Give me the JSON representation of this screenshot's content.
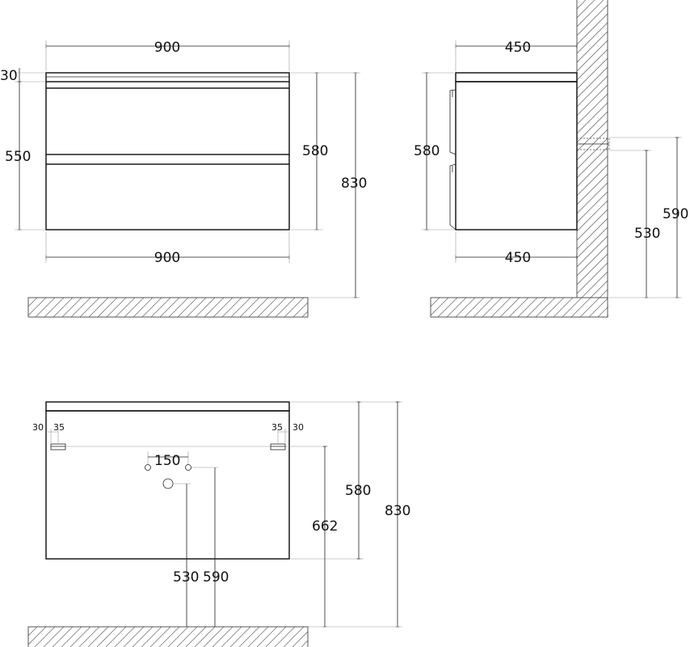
{
  "front_view": {
    "width_top": "900",
    "top_thickness": "30",
    "body_height": "550",
    "total_height": "580",
    "floor_height": "830",
    "width_bottom": "900"
  },
  "side_view": {
    "depth_top": "450",
    "height": "580",
    "depth_bottom": "450",
    "pipe_upper": "590",
    "pipe_lower": "530"
  },
  "rear_view": {
    "left_edge_offset": "30",
    "left_mount_offset": "35",
    "right_mount_offset": "35",
    "right_edge_offset": "30",
    "hole_spacing": "150",
    "mount_height": "662",
    "cabinet_height": "580",
    "floor_height": "830",
    "drain_height": "530",
    "supply_height": "590"
  },
  "colors": {
    "line": "#1a1a1a",
    "hatch": "#777777",
    "extension": "#9a9a9a"
  }
}
